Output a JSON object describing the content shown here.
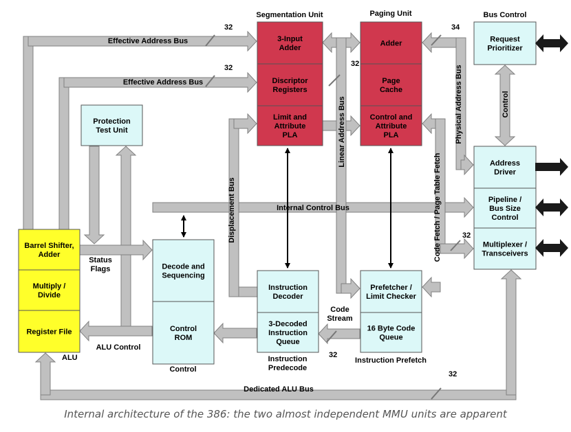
{
  "colors": {
    "segmentation": "#d0384e",
    "paging": "#d0384e",
    "control_blocks": "#dcf8f8",
    "alu_blocks": "#ffff2a",
    "bus_fill": "#c0c0c0",
    "bus_stroke": "#808080",
    "external_arrow": "#1a1a1a"
  },
  "units": {
    "segmentation": "Segmentation Unit",
    "paging": "Paging Unit",
    "bus_control": "Bus Control",
    "alu": "ALU",
    "control": "Control",
    "instruction_predecode": [
      "Instruction",
      "Predecode"
    ],
    "instruction_prefetch": "Instruction Prefetch"
  },
  "blocks": {
    "three_input_adder": [
      "3-Input",
      "Adder"
    ],
    "descriptor_registers": [
      "Discriptor",
      "Registers"
    ],
    "limit_attribute_pla": [
      "Limit and",
      "Attribute",
      "PLA"
    ],
    "paging_adder": [
      "Adder"
    ],
    "page_cache": [
      "Page",
      "Cache"
    ],
    "control_attribute_pla": [
      "Control and",
      "Attribute",
      "PLA"
    ],
    "request_prioritizer": [
      "Request",
      "Prioritizer"
    ],
    "address_driver": [
      "Address",
      "Driver"
    ],
    "pipeline_bus_size": [
      "Pipeline /",
      "Bus Size",
      "Control"
    ],
    "multiplexer_transceivers": [
      "Multiplexer /",
      "Transceivers"
    ],
    "protection_test_unit": [
      "Protection",
      "Test Unit"
    ],
    "barrel_shifter_adder": [
      "Barrel Shifter,",
      "Adder"
    ],
    "multiply_divide": [
      "Multiply /",
      "Divide"
    ],
    "register_file": [
      "Register File"
    ],
    "decode_sequencing": [
      "Decode and",
      "Sequencing"
    ],
    "control_rom": [
      "Control",
      "ROM"
    ],
    "instruction_decoder": [
      "Instruction",
      "Decoder"
    ],
    "decoded_instruction_queue": [
      "3-Decoded",
      "Instruction",
      "Queue"
    ],
    "prefetcher_limit_checker": [
      "Prefetcher /",
      "Limit Checker"
    ],
    "code_queue": [
      "16 Byte Code",
      "Queue"
    ]
  },
  "buses": {
    "effective_address_1": "Effective Address Bus",
    "effective_address_2": "Effective Address Bus",
    "internal_control": "Internal Control Bus",
    "dedicated_alu": "Dedicated ALU Bus",
    "linear_address": "Linear Address Bus",
    "physical_address": "Physical Address Bus",
    "displacement": "Displacement Bus",
    "code_fetch": "Code Fetch / Page Table Fetch",
    "control": "Control",
    "status_flags": [
      "Status",
      "Flags"
    ],
    "alu_control": "ALU Control",
    "code_stream": [
      "Code",
      "Stream"
    ]
  },
  "bus_widths": {
    "effective_address_1": "32",
    "effective_address_2": "32",
    "linear_address": "32",
    "physical_address": "34",
    "multiplexer": "32",
    "code_queue": "32",
    "dedicated_alu": "32"
  },
  "caption": "Internal architecture of the 386: the two almost independent MMU units are apparent"
}
